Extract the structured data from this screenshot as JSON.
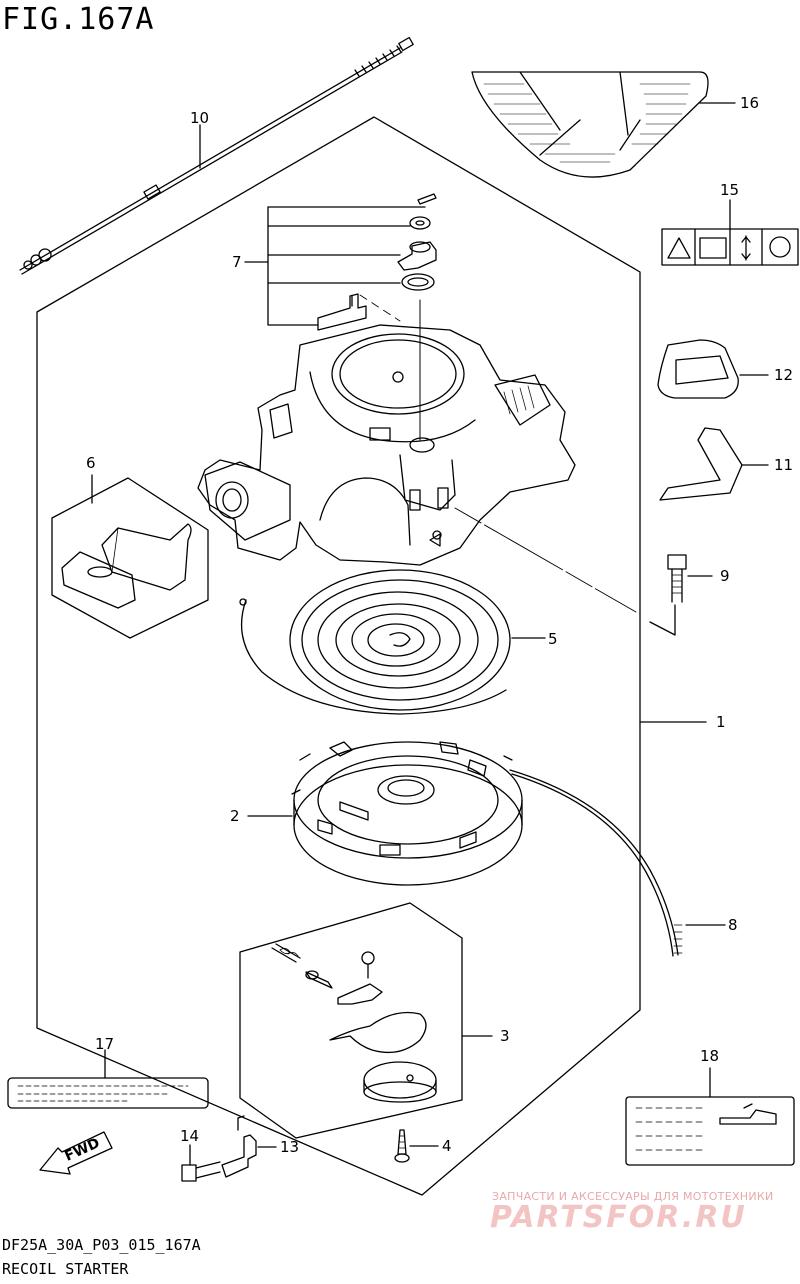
{
  "figure": {
    "title": "FIG.167A"
  },
  "callouts": [
    {
      "id": "c1",
      "label": "1"
    },
    {
      "id": "c2",
      "label": "2"
    },
    {
      "id": "c3",
      "label": "3"
    },
    {
      "id": "c4",
      "label": "4"
    },
    {
      "id": "c5",
      "label": "5"
    },
    {
      "id": "c6",
      "label": "6"
    },
    {
      "id": "c7",
      "label": "7"
    },
    {
      "id": "c8",
      "label": "8"
    },
    {
      "id": "c9",
      "label": "9"
    },
    {
      "id": "c10",
      "label": "10"
    },
    {
      "id": "c11",
      "label": "11"
    },
    {
      "id": "c12",
      "label": "12"
    },
    {
      "id": "c13",
      "label": "13"
    },
    {
      "id": "c14",
      "label": "14"
    },
    {
      "id": "c15",
      "label": "15"
    },
    {
      "id": "c16",
      "label": "16"
    },
    {
      "id": "c17",
      "label": "17"
    },
    {
      "id": "c18",
      "label": "18"
    }
  ],
  "footer": {
    "model_code": "DF25A_30A_P03_015_167A",
    "section_name": "RECOIL STARTER"
  },
  "fwd_label": "FWD",
  "watermark": {
    "tagline": "ЗАПЧАСТИ И АКСЕССУАРЫ ДЛЯ МОТОТЕХНИКИ",
    "brand": "PARTSFOR.RU"
  }
}
